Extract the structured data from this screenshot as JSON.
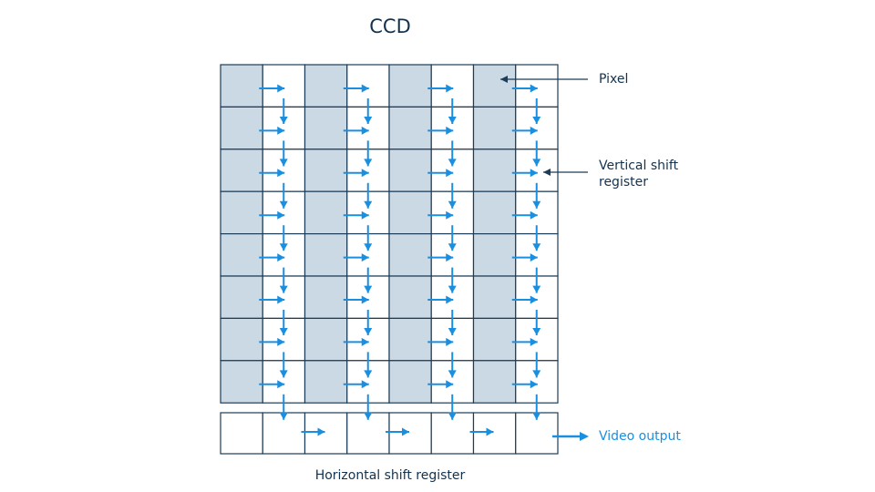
{
  "title": "CCD",
  "labels": {
    "pixel": "Pixel",
    "vertical_line1": "Vertical shift",
    "vertical_line2": "register",
    "video_output": "Video output",
    "horizontal": "Horizontal shift register"
  },
  "grid": {
    "columns": 8,
    "rows": 8,
    "bottom_register_cells": 8
  },
  "colors": {
    "pixel_fill": "#cbd9e5",
    "grid_stroke": "#1d3c58",
    "arrow": "#1a8fe0",
    "text_dark": "#13324f",
    "text_blue": "#1a8fe0"
  }
}
